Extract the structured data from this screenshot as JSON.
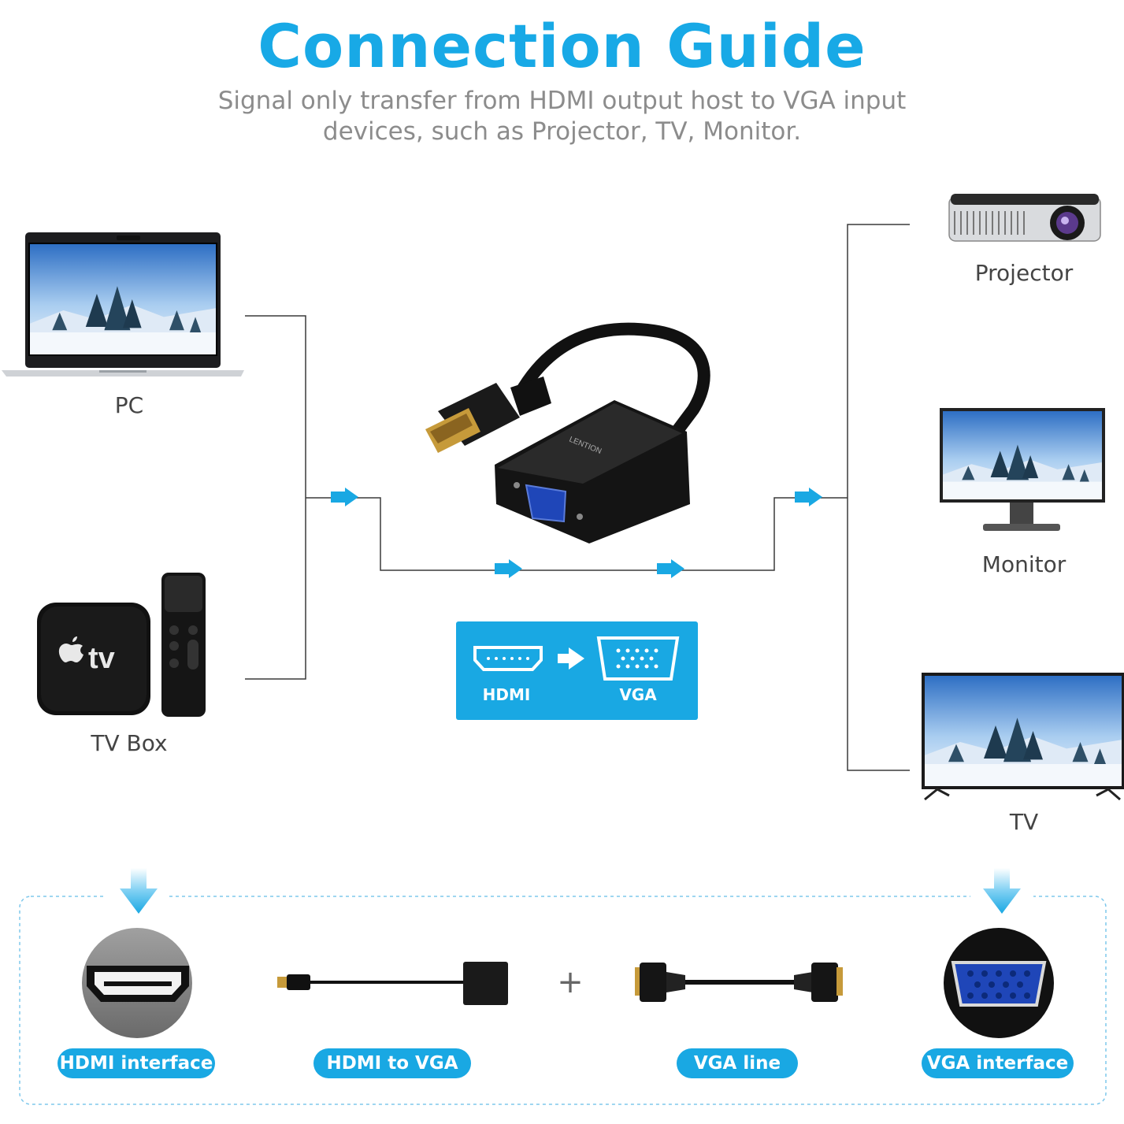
{
  "header": {
    "title": "Connection Guide",
    "subtitle_line1": "Signal only transfer from HDMI output host to VGA input",
    "subtitle_line2": "devices, such as Projector, TV, Monitor."
  },
  "sources": [
    {
      "label": "PC",
      "icon": "laptop-icon"
    },
    {
      "label": "TV Box",
      "icon": "tv-box-icon"
    }
  ],
  "adapter": {
    "brand": "LENTION",
    "badge_from": "HDMI",
    "badge_to": "VGA"
  },
  "outputs": [
    {
      "label": "Projector",
      "icon": "projector-icon"
    },
    {
      "label": "Monitor",
      "icon": "monitor-icon"
    },
    {
      "label": "TV",
      "icon": "tv-icon"
    }
  ],
  "bottom": {
    "plus_sign": "+",
    "items": [
      {
        "label": "HDMI interface"
      },
      {
        "label": "HDMI to VGA"
      },
      {
        "label": "VGA line"
      },
      {
        "label": "VGA interface"
      }
    ]
  },
  "colors": {
    "accent": "#19a8e3",
    "title": "#18a9e6",
    "subtitle": "#8c8c8c",
    "vga_port": "#1f46b8"
  }
}
